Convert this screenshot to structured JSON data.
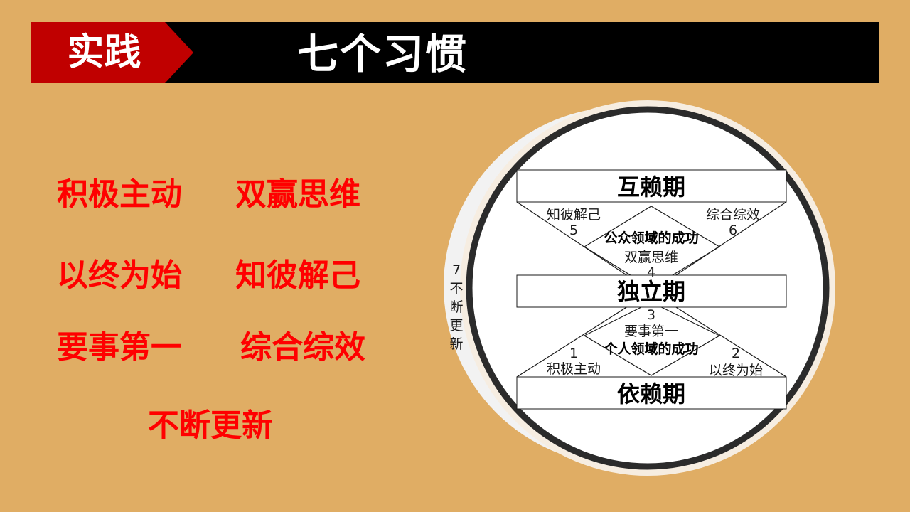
{
  "header": {
    "tag": "实践",
    "title": "七个习惯"
  },
  "habits": {
    "h1": "积极主动",
    "h4": "双赢思维",
    "h2": "以终为始",
    "h5": "知彼解己",
    "h3": "要事第一",
    "h6": "综合综效",
    "h7": "不断更新"
  },
  "diagram": {
    "stages": {
      "interdependence": "互赖期",
      "independence": "独立期",
      "dependence": "依赖期"
    },
    "public_victory": "公众领域的成功",
    "private_victory": "个人领域的成功",
    "items": [
      {
        "num": "1",
        "label": "积极主动"
      },
      {
        "num": "2",
        "label": "以终为始"
      },
      {
        "num": "3",
        "label": "要事第一"
      },
      {
        "num": "4",
        "label": "双赢思维"
      },
      {
        "num": "5",
        "label": "知彼解己"
      },
      {
        "num": "6",
        "label": "综合综效"
      },
      {
        "num": "7",
        "label": "不断更新"
      }
    ],
    "renewal_chars": [
      "不",
      "断",
      "更",
      "新"
    ]
  },
  "colors": {
    "background": "#E0AD64",
    "accent_red": "#C00000",
    "habit_text": "#FF0000"
  }
}
